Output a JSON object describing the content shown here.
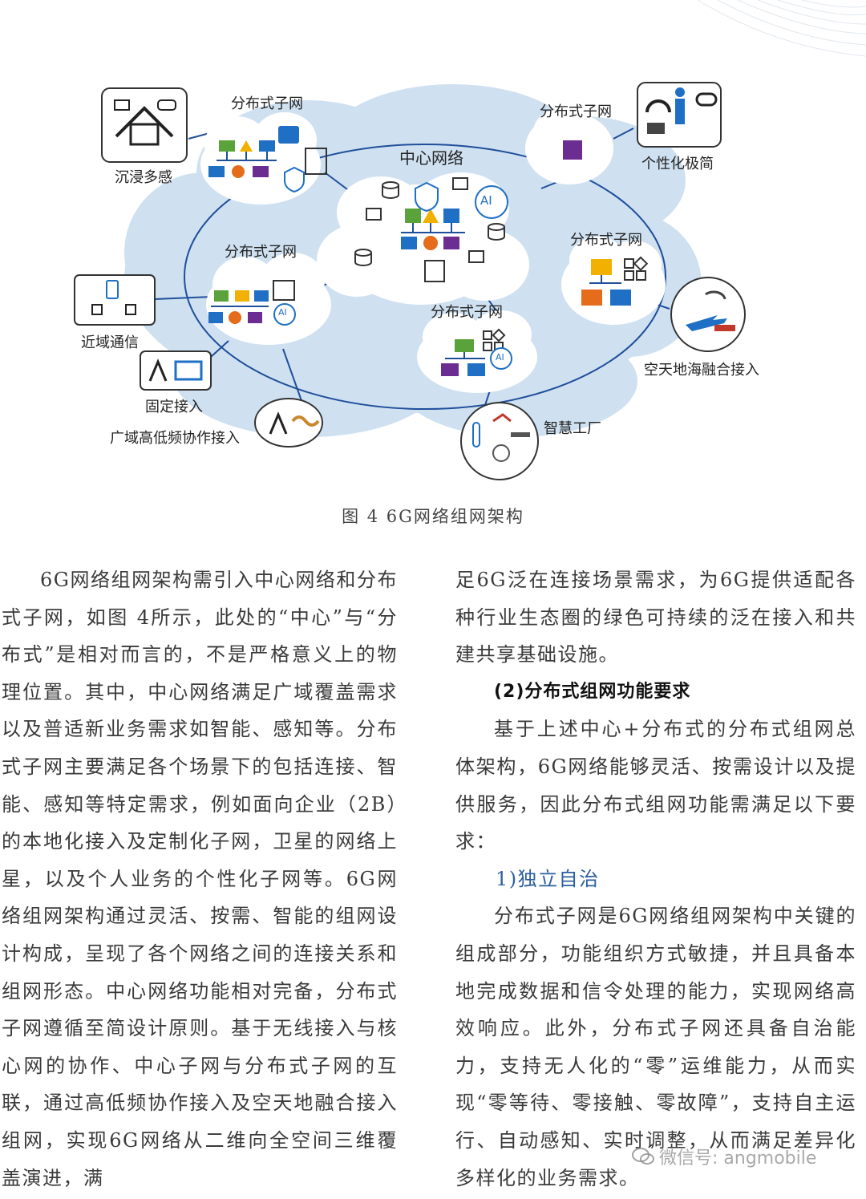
{
  "figure": {
    "center_network": "中心网络",
    "subnets": [
      "分布式子网",
      "分布式子网",
      "分布式子网",
      "分布式子网",
      "分布式子网"
    ],
    "ai_badge": "AI",
    "endpoints": {
      "immersive": "沉浸多感",
      "personal": "个性化极简",
      "near_field": "近域通信",
      "fixed": "固定接入",
      "wide_area": "广域高低频协作接入",
      "space_air": "空天地海融合接入",
      "factory": "智慧工厂"
    },
    "caption": "图 4 6G网络组网架构"
  },
  "left_column": {
    "paragraph": "6G网络组网架构需引入中心网络和分布式子网，如图 4所示，此处的“中心”与“分布式”是相对而言的，不是严格意义上的物理位置。其中，中心网络满足广域覆盖需求以及普适新业务需求如智能、感知等。分布式子网主要满足各个场景下的包括连接、智能、感知等特定需求，例如面向企业（2B）的本地化接入及定制化子网，卫星的网络上星，以及个人业务的个性化子网等。6G网络组网架构通过灵活、按需、智能的组网设计构成，呈现了各个网络之间的连接关系和组网形态。中心网络功能相对完备，分布式子网遵循至简设计原则。基于无线接入与核心网的协作、中心子网与分布式子网的互联，通过高低频协作接入及空天地融合接入组网，实现6G网络从二维向全空间三维覆盖演进，满"
  },
  "right_column": {
    "paragraph1": "足6G泛在连接场景需求，为6G提供适配各种行业生态圈的绿色可持续的泛在接入和共建共享基础设施。",
    "heading": "(2)分布式组网功能要求",
    "paragraph2": "基于上述中心+分布式的分布式组网总体架构，6G网络能够灵活、按需设计以及提供服务，因此分布式组网功能需满足以下要求：",
    "subheading": "1)独立自治",
    "paragraph3": "分布式子网是6G网络组网架构中关键的组成部分，功能组织方式敏捷，并且具备本地完成数据和信令处理的能力，实现网络高效响应。此外，分布式子网还具备自治能力，支持无人化的“零”运维能力，从而实现“零等待、零接触、零故障”，支持自主运行、自动感知、实时调整，从而满足差异化多样化的业务需求。"
  },
  "watermark": "微信号: angmobile",
  "colors": {
    "cloud": "#cfe1f1",
    "cloud_light": "#eef5fb",
    "link_line": "#1f4e9a",
    "green": "#5aa33a",
    "orange": "#e46c1b",
    "yellow": "#f2b100",
    "blue": "#1f6fc4",
    "purple": "#6b2d92",
    "subheading": "#2c5f9e"
  }
}
